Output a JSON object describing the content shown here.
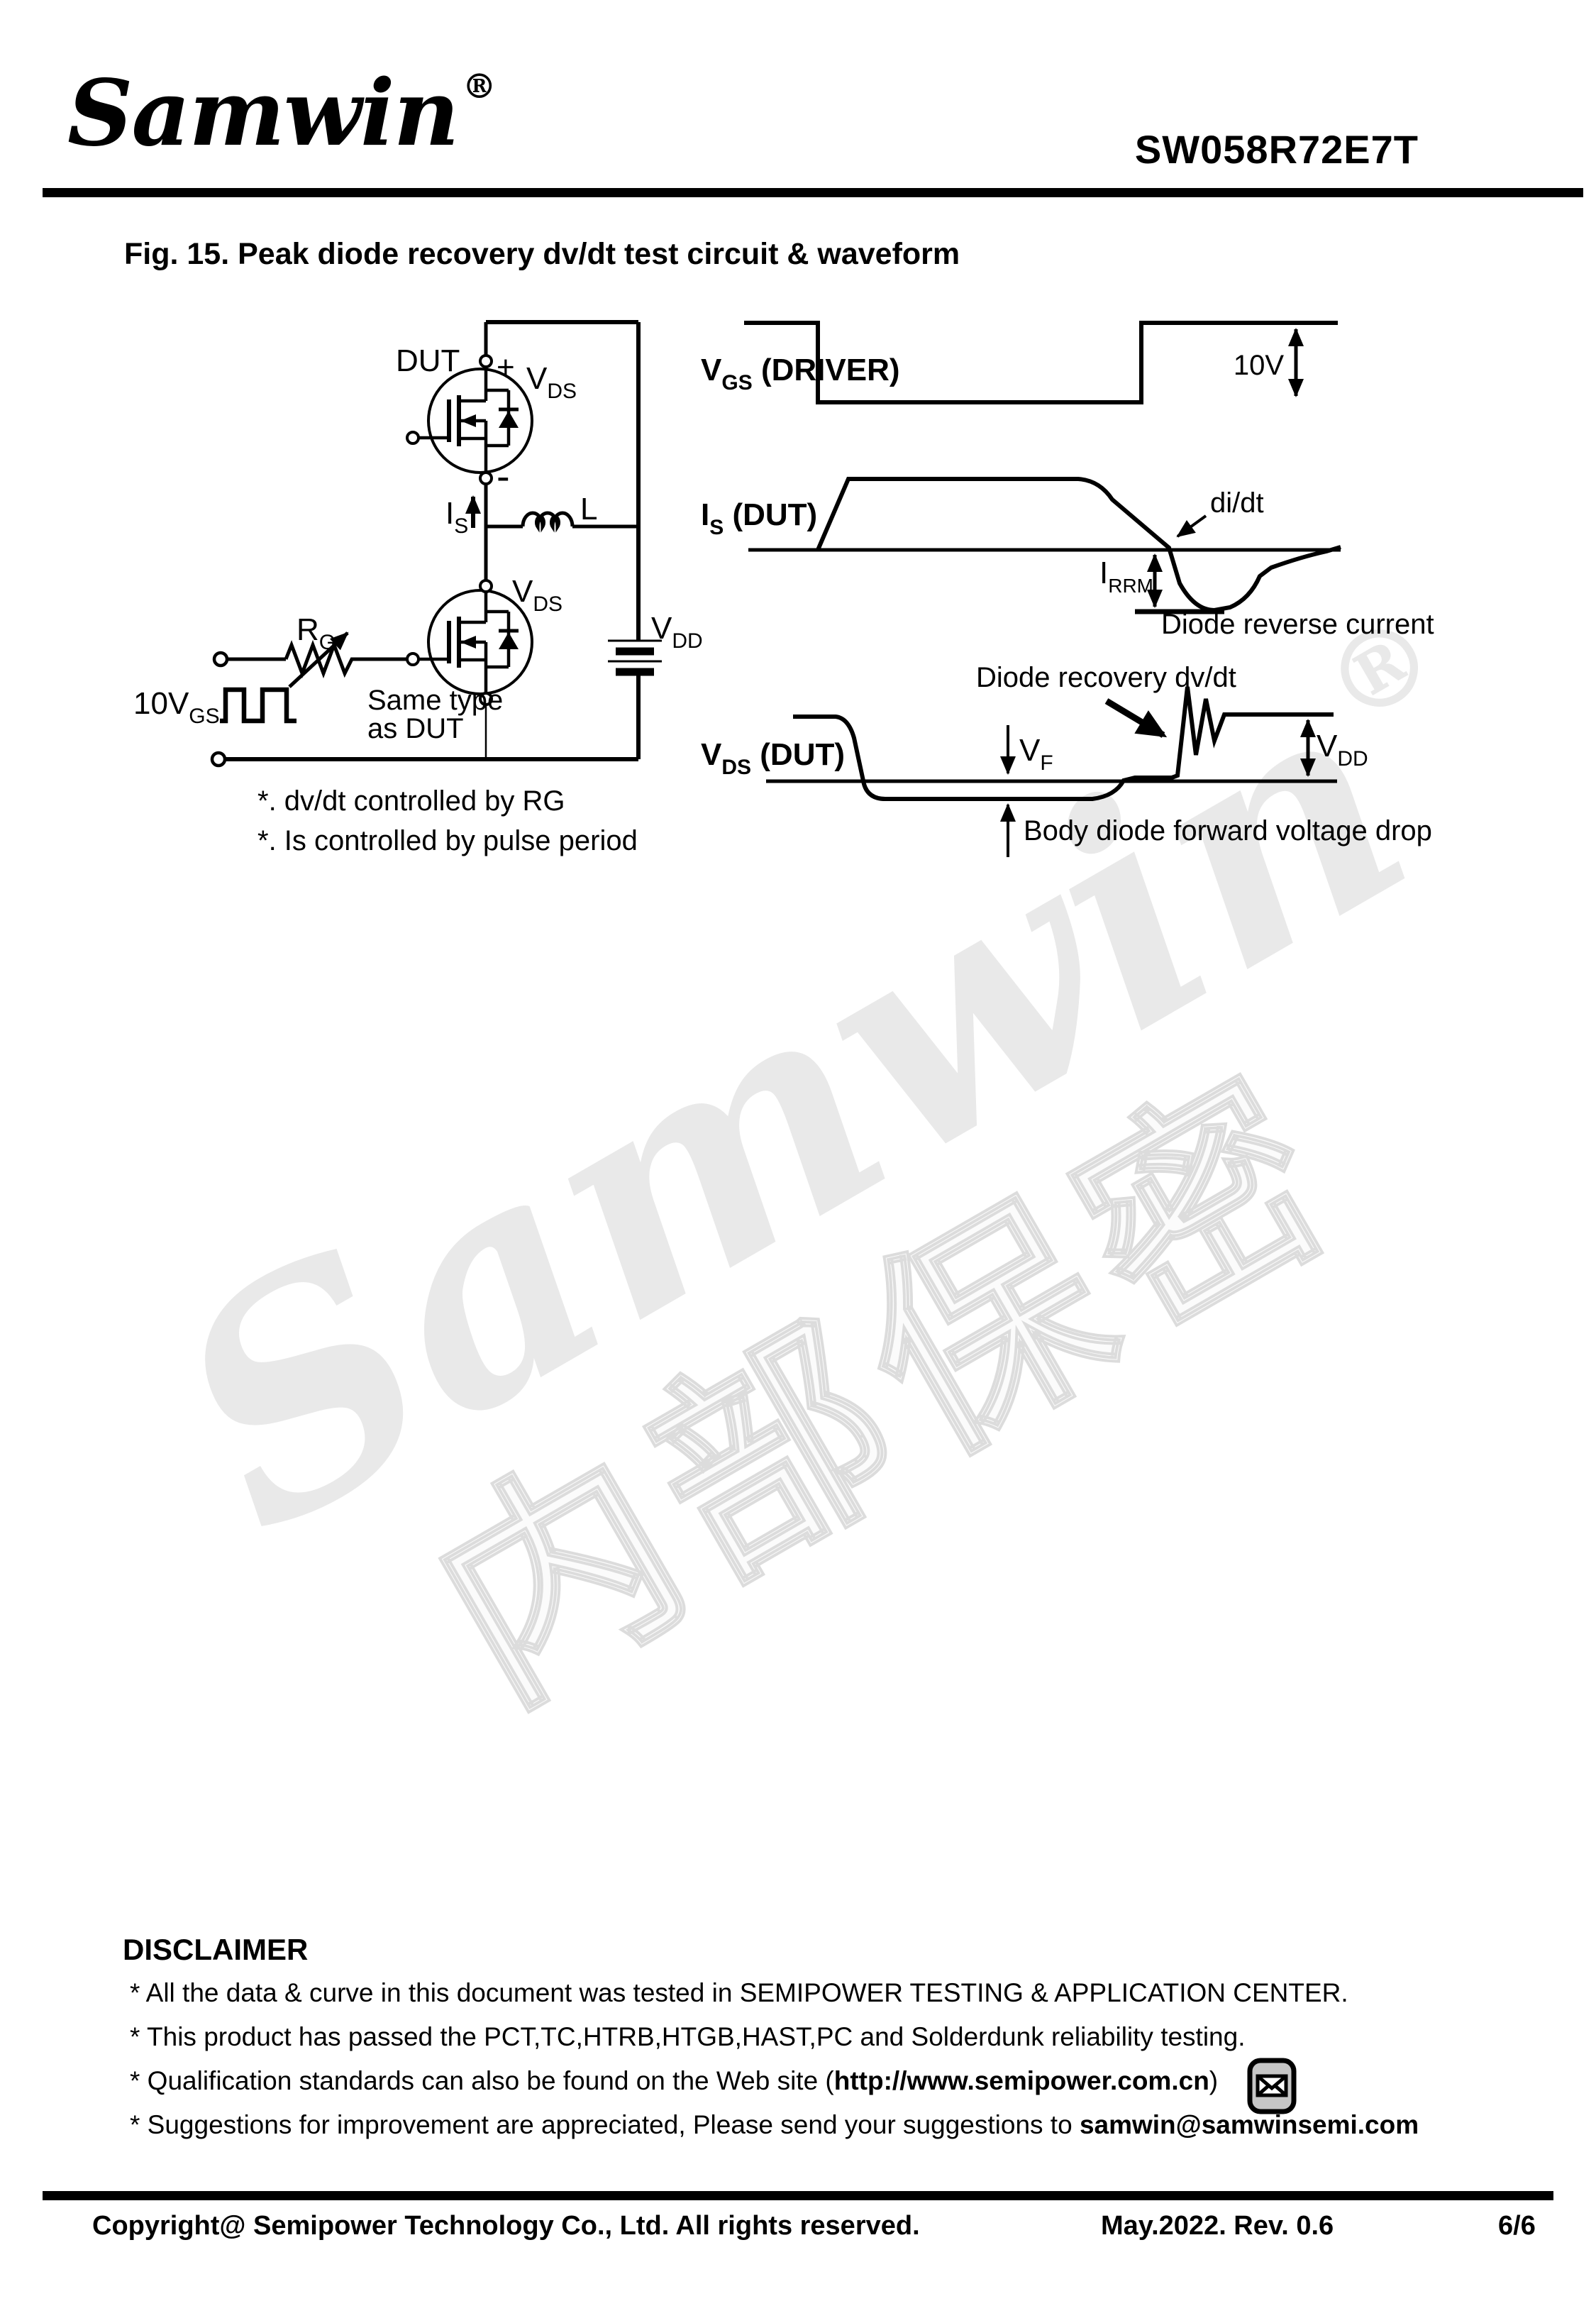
{
  "header": {
    "logo_text": "Samwin",
    "registered_mark": "®",
    "part_number": "SW058R72E7T"
  },
  "figure_title": "Fig. 15. Peak diode recovery dv/dt test circuit & waveform",
  "circuit": {
    "dut_label": "DUT",
    "plus_sign": "+",
    "minus_sign": "-",
    "vds_top": {
      "base": "V",
      "sub": "DS"
    },
    "is_label": {
      "base": "I",
      "sub": "S"
    },
    "inductor_label": "L",
    "vds_mid": {
      "base": "V",
      "sub": "DS"
    },
    "vdd_label": {
      "base": "V",
      "sub": "DD"
    },
    "rg_label": {
      "base": "R",
      "sub": "G"
    },
    "vgs_source_label": {
      "base": "10V",
      "sub": "GS"
    },
    "same_type_line1": "Same type",
    "same_type_line2": "as DUT",
    "note1": "*. dv/dt controlled by RG",
    "note2": "*. Is controlled by pulse period"
  },
  "waveforms": {
    "vgs": {
      "label_base": "V",
      "label_sub": "GS",
      "label_suffix": " (DRIVER)",
      "amplitude_label": "10V"
    },
    "is": {
      "label_base": "I",
      "label_sub": "S",
      "label_suffix": " (DUT)",
      "didt_label": "di/dt",
      "irrm_base": "I",
      "irrm_sub": "RRM",
      "reverse_current_label": "Diode reverse current"
    },
    "vds": {
      "label_base": "V",
      "label_sub": "DS",
      "label_suffix": " (DUT)",
      "recovery_label": "Diode recovery dv/dt",
      "vf_base": "V",
      "vf_sub": "F",
      "vdd_base": "V",
      "vdd_sub": "DD",
      "body_diode_label": "Body diode forward voltage drop"
    }
  },
  "watermark": {
    "en_text": "Samwin",
    "registered_mark": "®",
    "cn_text": "内部保密"
  },
  "disclaimer": {
    "heading": "DISCLAIMER",
    "item1": "* All the data & curve in this document was tested in SEMIPOWER TESTING & APPLICATION CENTER.",
    "item2": "* This product has passed the PCT,TC,HTRB,HTGB,HAST,PC and Solderdunk reliability testing.",
    "item3_prefix": "* Qualification standards can also be found on the Web site (",
    "item3_link": "http://www.semipower.com.cn",
    "item3_suffix": ")",
    "item4_prefix": "* Suggestions for improvement are appreciated, Please send your suggestions to ",
    "item4_email": "samwin@samwinsemi.com"
  },
  "footer": {
    "copyright": "Copyright@ Semipower Technology Co., Ltd. All rights reserved.",
    "revision": "May.2022. Rev. 0.6",
    "page_number": "6/6"
  }
}
